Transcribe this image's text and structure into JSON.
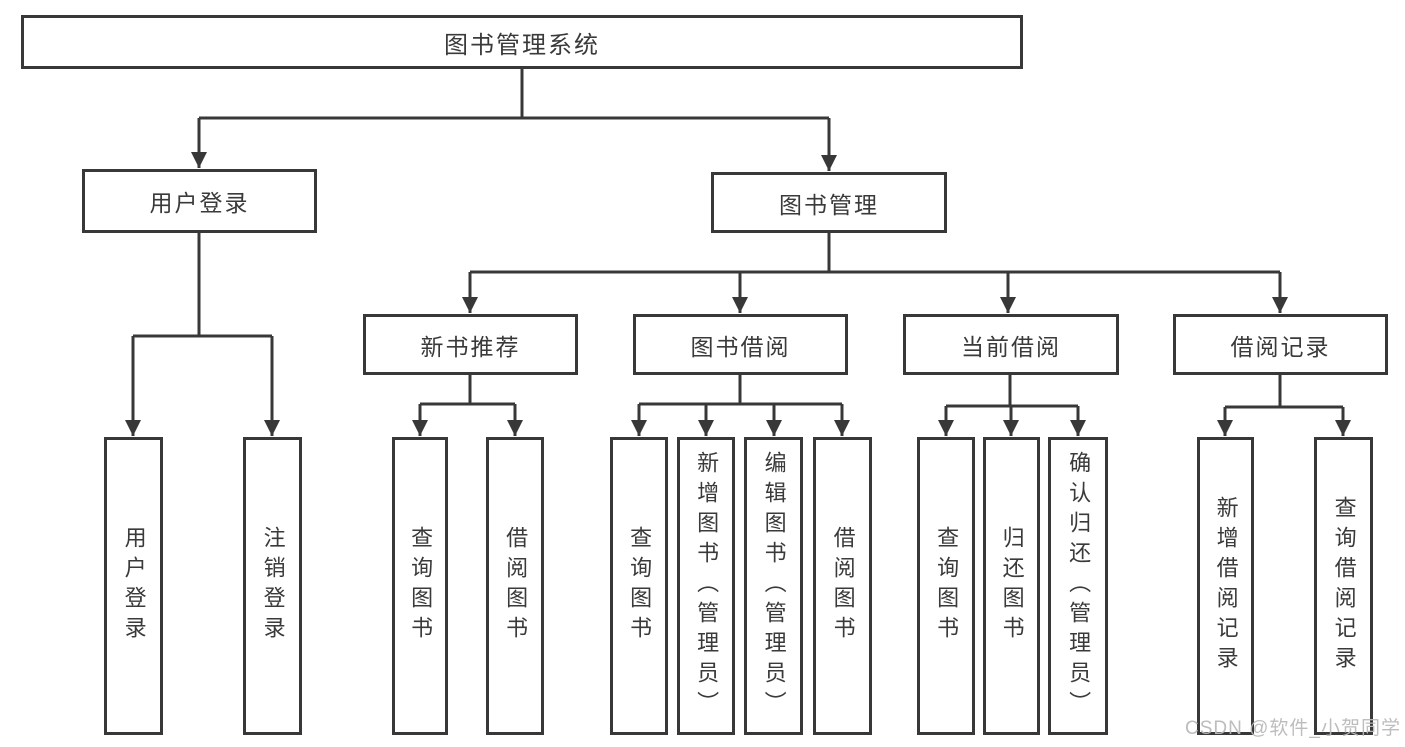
{
  "tree": {
    "label": "图书管理系统",
    "children": [
      {
        "label": "用户登录",
        "children": [
          {
            "label": "用户登录"
          },
          {
            "label": "注销登录"
          }
        ]
      },
      {
        "label": "图书管理",
        "children": [
          {
            "label": "新书推荐",
            "children": [
              {
                "label": "查询图书"
              },
              {
                "label": "借阅图书"
              }
            ]
          },
          {
            "label": "图书借阅",
            "children": [
              {
                "label": "查询图书"
              },
              {
                "label": "新增图书（管理员）"
              },
              {
                "label": "编辑图书（管理员）"
              },
              {
                "label": "借阅图书"
              }
            ]
          },
          {
            "label": "当前借阅",
            "children": [
              {
                "label": "查询图书"
              },
              {
                "label": "归还图书"
              },
              {
                "label": "确认归还（管理员）"
              }
            ]
          },
          {
            "label": "借阅记录",
            "children": [
              {
                "label": "新增借阅记录"
              },
              {
                "label": "查询借阅记录"
              }
            ]
          }
        ]
      }
    ]
  },
  "watermark": {
    "text": "CSDN @软件_小贺同学"
  },
  "colors": {
    "line": "#383838",
    "text": "#3a3a3a",
    "background": "#ffffff",
    "watermark": "#b9b9b9"
  }
}
